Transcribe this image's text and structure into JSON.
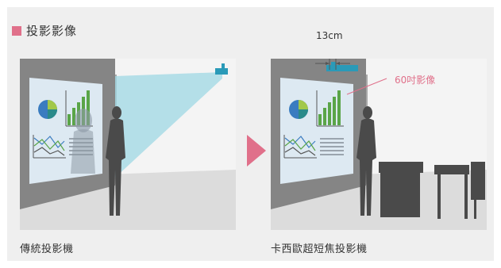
{
  "section_title": "投影影像",
  "colors": {
    "accent_pink": "#e0708a",
    "beam_cyan": "#9fd8e4",
    "wall_gray": "#8c8c8c",
    "screen_blue": "#dde9f2"
  },
  "left_scene": {
    "caption": "傳統投影機",
    "projector_icon": "projector-icon"
  },
  "right_scene": {
    "caption": "卡西歐超短焦投影機",
    "distance_label": "13cm",
    "size_label": "60吋影像"
  },
  "arrow_icon": "right-arrow-icon"
}
